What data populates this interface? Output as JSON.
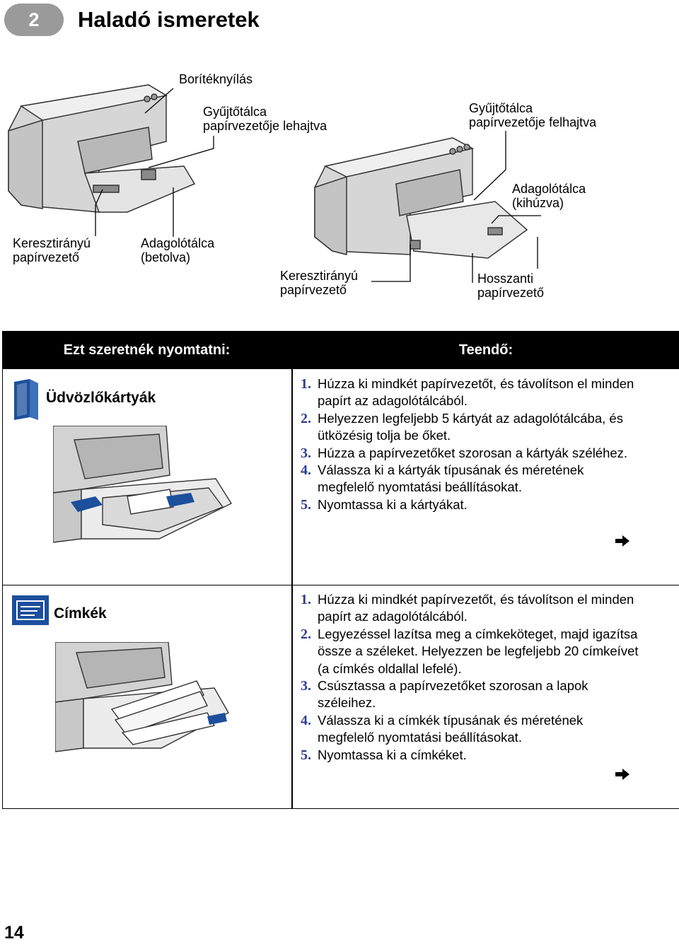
{
  "header": {
    "chapter_number": "2",
    "chapter_title": "Haladó ismeretek"
  },
  "diagram": {
    "callouts": {
      "envelope_slot": "Borítéknyílás",
      "output_guide_down": "Gyűjtőtálca\npapírvezetője lehajtva",
      "output_guide_up": "Gyűjtőtálca\npapírvezetője felhajtva",
      "input_tray_out": "Adagolótálca\n(kihúzva)",
      "width_guide_left": "Keresztirányú\npapírvezető",
      "input_tray_in": "Adagolótálca\n(betolva)",
      "width_guide_center": "Keresztirányú\npapírvezető",
      "length_guide": "Hosszanti\npapírvezető"
    }
  },
  "table": {
    "col1_header": "Ezt szeretnék nyomtatni:",
    "col2_header": "Teendő:",
    "rows": [
      {
        "title": "Üdvözlőkártyák",
        "icon": "greeting-card-icon",
        "steps": [
          {
            "num": "1.",
            "text": "Húzza ki mindkét papírvezetőt, és távolítson el minden papírt az adagolótálcából."
          },
          {
            "num": "2.",
            "text": "Helyezzen legfeljebb 5 kártyát az adagolótálcába, és ütközésig tolja be őket."
          },
          {
            "num": "3.",
            "text": "Húzza a papírvezetőket szorosan a kártyák széléhez."
          },
          {
            "num": "4.",
            "text": "Válassza ki a kártyák típusának és méretének megfelelő nyomtatási beállításokat."
          },
          {
            "num": "5.",
            "text": "Nyomtassa ki a kártyákat."
          }
        ],
        "continue_icon": "arrow-right-icon"
      },
      {
        "title": "Címkék",
        "icon": "label-icon",
        "steps": [
          {
            "num": "1.",
            "text": "Húzza ki mindkét papírvezetőt, és távolítson el minden papírt az adagolótálcából."
          },
          {
            "num": "2.",
            "text": "Legyezéssel lazítsa meg a címkeköteget, majd igazítsa össze a széleket. Helyezzen be legfeljebb 20 címkeívet (a címkés oldallal lefelé)."
          },
          {
            "num": "3.",
            "text": "Csúsztassa a papírvezetőket szorosan a lapok széleihez."
          },
          {
            "num": "4.",
            "text": "Válassza ki a címkék típusának és méretének megfelelő nyomtatási beállításokat."
          },
          {
            "num": "5.",
            "text": "Nyomtassa ki a címkéket."
          }
        ],
        "continue_icon": "arrow-right-icon"
      }
    ]
  },
  "footer": {
    "page_number": "14"
  },
  "colors": {
    "accent_blue": "#1c4f9c",
    "step_number": "#2a3f8f",
    "badge_gray": "#9a9a9a"
  }
}
